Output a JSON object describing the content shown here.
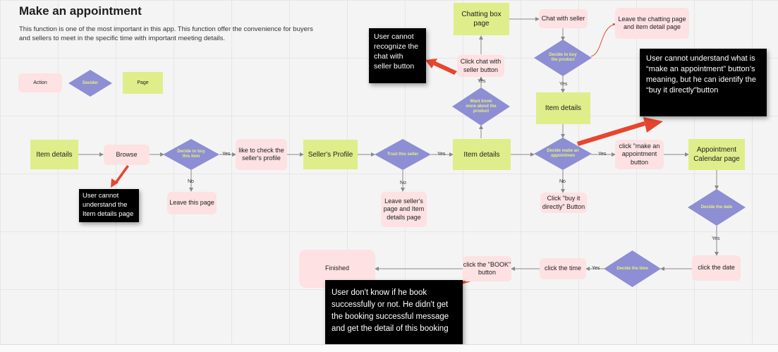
{
  "header": {
    "title": "Make an appointment",
    "description": "This function is one of the most important in this app. This function offer the convenience for buyers and sellers to meet in the specific time with important meeting details."
  },
  "legend": {
    "action": "Action",
    "decision": "Decider",
    "page": "Page"
  },
  "nodes": {
    "item_details_start": "Item details",
    "browse": "Browse",
    "decide_buy": "Decide to buy this item",
    "leave_page": "Leave this page",
    "check_profile": "like to check the seller's profile",
    "sellers_profile": "Seller's Profile",
    "trust_seller": "Trust this seller",
    "leave_seller": "Leave seller's page and Item details page",
    "item_details_mid": "Item details",
    "want_know": "Want know more about the product",
    "click_chat": "Click chat with seller button",
    "chatting_page": "Chatting box page",
    "chat_seller": "Chat with seller",
    "leave_chatting": "Leave the chatting page and item detail page",
    "decide_buy_product": "Decide to buy the product",
    "item_details_right": "Item details",
    "decide_appointment": "Decide make an appointmen",
    "click_make_appointment": "click \"make an appointment button",
    "buy_directly": "Click \"buy it directly\" Button",
    "appointment_calendar": "Appointment Calendar page",
    "decide_date": "Decide the date",
    "click_date": "click the date",
    "decide_time": "Decide the time",
    "click_time": "click the time",
    "click_book": "click the \"BOOK\" button",
    "finished": "Finished"
  },
  "edge_labels": {
    "yes": "Yes",
    "no": "No"
  },
  "notes": {
    "chat_button": "User cannot recognize the chat with seller button",
    "item_details": "User cannot understand the Item details page",
    "appointment_button": "User cannot understand what is “make an appointment” button’s meaning, but he can identify the “buy it directly\"button",
    "booking": "User don't know if he book successfully or not. He didn't get the booking successful message and get the detail of this booking"
  },
  "colors": {
    "action": "#fde1e3",
    "page": "#dfee8a",
    "decision": "#8d8ed4",
    "decision_text": "#e7f07c",
    "note": "#000000",
    "arrow_red": "#e8452e",
    "connector": "#8a8a8a"
  }
}
